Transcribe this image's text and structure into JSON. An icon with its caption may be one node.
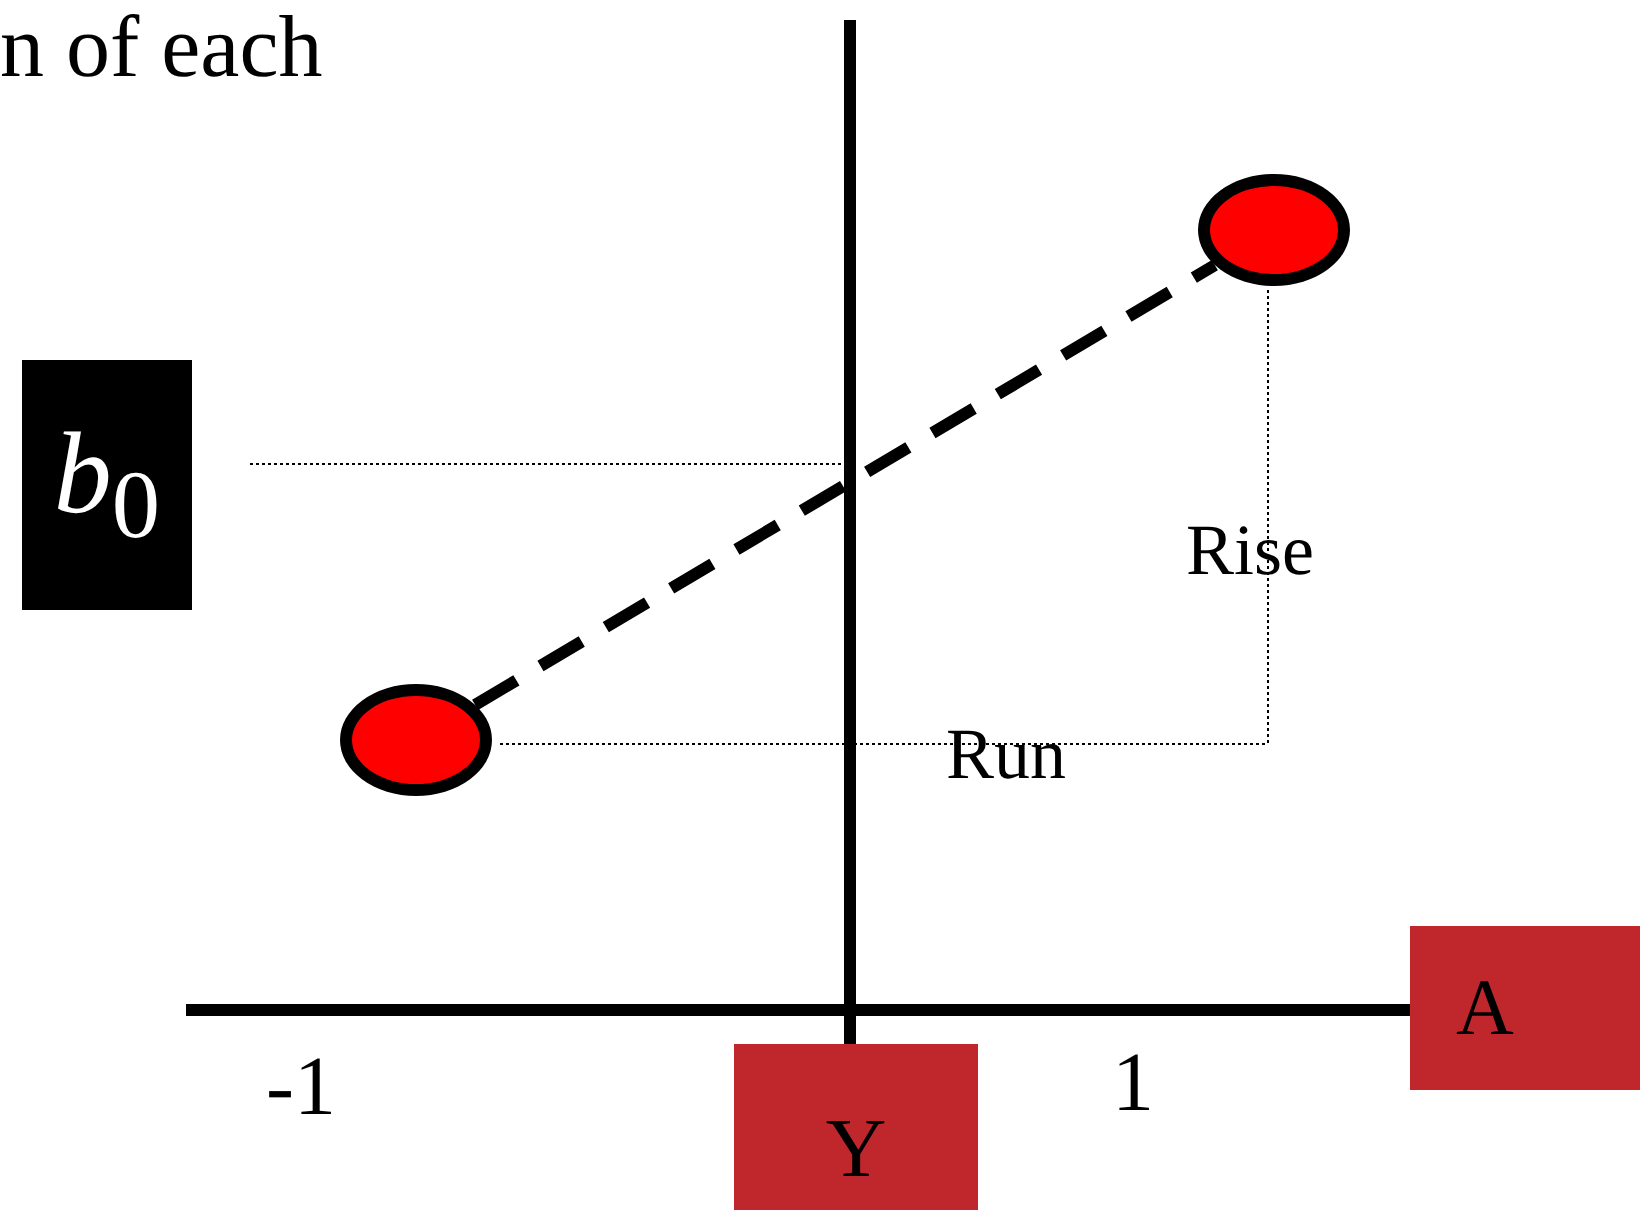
{
  "diagram": {
    "nodes": [
      {
        "text": [
          "*b*$_{0}$"
        ]
      },
      {
        "text": [],
        "shape": "circle"
      },
      {
        "text": [],
        "shape": "circle"
      },
      {
        "text": [
          "Y"
        ]
      },
      {
        "text": [
          "A"
        ]
      }
    ],
    "edges": [
      {
        "from": 1,
        "to": 2,
        "arrow": "none",
        "style": "dashed"
      }
    ],
    "labels": [
      "n of each",
      "Rise",
      "Run",
      "-1",
      "1"
    ]
  }
}
